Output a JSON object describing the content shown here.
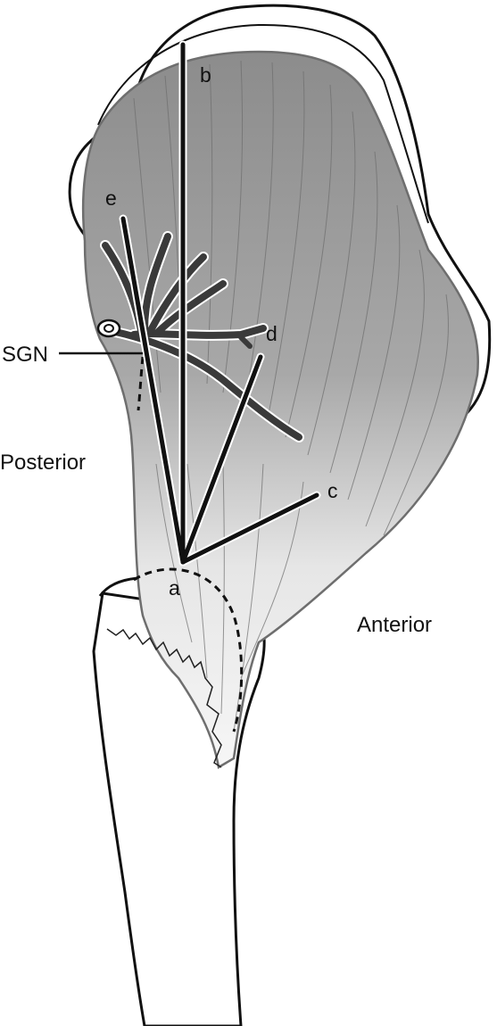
{
  "labels": {
    "a": "a",
    "b": "b",
    "c": "c",
    "d": "d",
    "e": "e",
    "sgn": "SGN",
    "posterior": "Posterior",
    "anterior": "Anterior"
  },
  "colors": {
    "outline": "#111111",
    "muscle_top": "#8f8f8f",
    "muscle_bottom": "#f2f2f2",
    "nerve": "#3a3a3a",
    "background": "#ffffff"
  }
}
